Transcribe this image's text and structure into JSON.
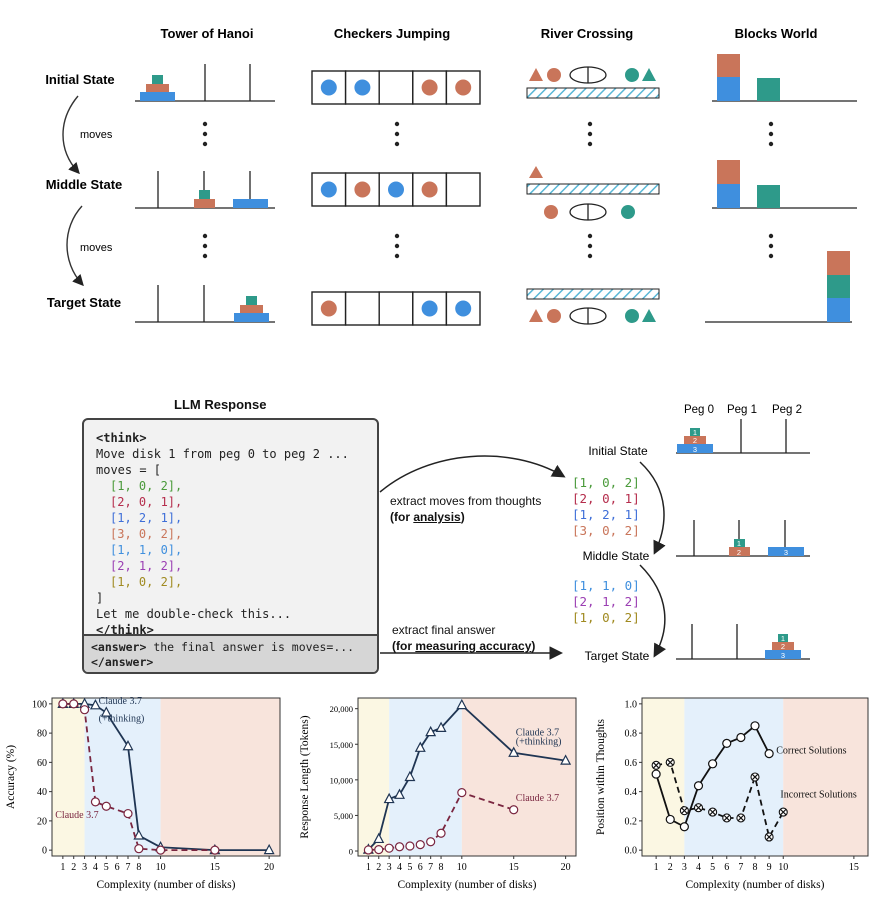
{
  "colors": {
    "blue": "#3f8fde",
    "green": "#2e9a8a",
    "orange": "#c9755a",
    "hatch": "#5ab7d6",
    "purple": "#9b3fb3",
    "red": "#b52d4c",
    "olive": "#a08a20",
    "greenText": "#4a9a3a",
    "sbYellow": "#fbf7e3",
    "sbBlue": "#e4f0fb",
    "sbPink": "#f8e4dc",
    "navy": "#1f3553",
    "maroon": "#7a2640"
  },
  "puzzles": {
    "columns": [
      "Tower of Hanoi",
      "Checkers Jumping",
      "River Crossing",
      "Blocks World"
    ],
    "rows": [
      "Initial State",
      "Middle State",
      "Target State"
    ],
    "moves_label": "moves",
    "icons": {
      "hanoi": "tower-of-hanoi-icon",
      "checkers": "checkers-board-icon",
      "river": "river-crossing-icon",
      "blocks": "blocks-world-icon"
    }
  },
  "llm": {
    "title": "LLM Response",
    "think_open": "<think>",
    "line1": "Move disk 1 from peg 0 to peg 2 ...",
    "moves_open": "moves = [",
    "moves": [
      {
        "text": "[1, 0, 2],",
        "color": "#4a9a3a"
      },
      {
        "text": "[2, 0, 1],",
        "color": "#b52d4c"
      },
      {
        "text": "[1, 2, 1],",
        "color": "#3f6fd8"
      },
      {
        "text": "[3, 0, 2],",
        "color": "#c9755a"
      },
      {
        "text": "[1, 1, 0],",
        "color": "#3f8fde"
      },
      {
        "text": "[2, 1, 2],",
        "color": "#9b3fb3"
      },
      {
        "text": "[1, 0, 2],",
        "color": "#a08a20"
      }
    ],
    "close_bracket": "]",
    "check_line": "Let me double-check this...",
    "think_close": "</think>",
    "answer_open": "<answer>",
    "answer_text": " the final answer is moves=...",
    "answer_close": "</answer>"
  },
  "extract": {
    "moves_label": "extract moves  from thoughts",
    "moves_sub_pre": "(for ",
    "moves_sub_u": "analysis",
    "moves_sub_post": ")",
    "answer_label": "extract final answer",
    "answer_sub_pre": "(for ",
    "answer_sub_u": "measuring accuracy",
    "answer_sub_post": ")"
  },
  "hanoi_right": {
    "pegs": [
      "Peg 0",
      "Peg 1",
      "Peg 2"
    ],
    "states": [
      "Initial State",
      "Middle State",
      "Target State"
    ],
    "list1": [
      {
        "t": "[1, 0, 2]",
        "c": "#4a9a3a"
      },
      {
        "t": "[2, 0, 1]",
        "c": "#b52d4c"
      },
      {
        "t": "[1, 2, 1]",
        "c": "#3f6fd8"
      },
      {
        "t": "[3, 0, 2]",
        "c": "#c9755a"
      }
    ],
    "list2": [
      {
        "t": "[1, 1, 0]",
        "c": "#3f8fde"
      },
      {
        "t": "[2, 1, 2]",
        "c": "#9b3fb3"
      },
      {
        "t": "[1, 0, 2]",
        "c": "#a08a20"
      }
    ],
    "disk_labels": [
      "1",
      "2",
      "3"
    ]
  },
  "chart_data": [
    {
      "type": "line",
      "xlabel": "Complexity (number of disks)",
      "ylabel": "Accuracy (%)",
      "xlim": [
        0,
        21
      ],
      "ylim": [
        -4,
        104
      ],
      "xticks": [
        1,
        2,
        3,
        4,
        5,
        6,
        7,
        8,
        10,
        15,
        20
      ],
      "yticks": [
        0,
        20,
        40,
        60,
        80,
        100
      ],
      "regions": [
        [
          0,
          3,
          "#fbf7e3"
        ],
        [
          3,
          10,
          "#e4f0fb"
        ],
        [
          10,
          21,
          "#f8e4dc"
        ]
      ],
      "series": [
        {
          "name": "Claude 3.7\n(+thinking)",
          "marker": "triangle",
          "dash": false,
          "color": "#1f3553",
          "x": [
            1,
            2,
            3,
            4,
            5,
            7,
            8,
            10,
            15,
            20
          ],
          "y": [
            100,
            100,
            100,
            99,
            94,
            71,
            10,
            2,
            0,
            0
          ]
        },
        {
          "name": "Claude 3.7",
          "marker": "circle",
          "dash": true,
          "color": "#7a2640",
          "x": [
            1,
            2,
            3,
            4,
            5,
            7,
            8,
            10,
            15
          ],
          "y": [
            100,
            100,
            96,
            33,
            30,
            25,
            1,
            0,
            0
          ]
        }
      ],
      "labels": [
        {
          "text": "Claude 3.7",
          "x": 4.3,
          "y": 100
        },
        {
          "text": "(+thinking)",
          "x": 4.3,
          "y": 88
        },
        {
          "text": "Claude 3.7",
          "x": 0.3,
          "y": 22
        }
      ]
    },
    {
      "type": "line",
      "xlabel": "Complexity (number of disks)",
      "ylabel": "Response Length (Tokens)",
      "xlim": [
        0,
        21
      ],
      "ylim": [
        -700,
        21500
      ],
      "xticks": [
        1,
        2,
        3,
        4,
        5,
        6,
        7,
        8,
        10,
        15,
        20
      ],
      "yticks": [
        0,
        5000,
        10000,
        15000,
        20000
      ],
      "ytick_labels": [
        "0",
        "5,000",
        "10,000",
        "15,000",
        "20,000"
      ],
      "regions": [
        [
          0,
          3,
          "#fbf7e3"
        ],
        [
          3,
          10,
          "#e4f0fb"
        ],
        [
          10,
          21,
          "#f8e4dc"
        ]
      ],
      "series": [
        {
          "name": "Claude 3.7\n(+thinking)",
          "marker": "triangle",
          "dash": false,
          "color": "#1f3553",
          "x": [
            1,
            2,
            3,
            4,
            5,
            6,
            7,
            8,
            10,
            15,
            20
          ],
          "y": [
            200,
            1700,
            7300,
            7900,
            10400,
            14500,
            16700,
            17300,
            20500,
            13800,
            12700
          ]
        },
        {
          "name": "Claude 3.7",
          "marker": "circle",
          "dash": true,
          "color": "#7a2640",
          "x": [
            1,
            2,
            3,
            4,
            5,
            6,
            7,
            8,
            10,
            15
          ],
          "y": [
            150,
            200,
            400,
            600,
            700,
            900,
            1300,
            2500,
            8200,
            5800
          ]
        }
      ],
      "labels": [
        {
          "text": "Claude 3.7",
          "x": 15.2,
          "y": 16200
        },
        {
          "text": "(+thinking)",
          "x": 15.2,
          "y": 15000
        },
        {
          "text": "Claude 3.7",
          "x": 15.2,
          "y": 7000
        }
      ]
    },
    {
      "type": "line",
      "xlabel": "Complexity (number of disks)",
      "ylabel": "Position within Thoughts",
      "xlim": [
        0,
        16
      ],
      "ylim": [
        -0.04,
        1.04
      ],
      "xticks": [
        1,
        2,
        3,
        4,
        5,
        6,
        7,
        8,
        9,
        10,
        15
      ],
      "yticks": [
        0,
        0.2,
        0.4,
        0.6,
        0.8,
        1.0
      ],
      "ytick_labels": [
        "0.0",
        "0.2",
        "0.4",
        "0.6",
        "0.8",
        "1.0"
      ],
      "regions": [
        [
          0,
          3,
          "#fbf7e3"
        ],
        [
          3,
          10,
          "#e4f0fb"
        ],
        [
          10,
          16,
          "#f8e4dc"
        ]
      ],
      "series": [
        {
          "name": "Correct Solutions",
          "marker": "circle",
          "dash": false,
          "color": "#111111",
          "x": [
            1,
            2,
            3,
            4,
            5,
            6,
            7,
            8,
            9
          ],
          "y": [
            0.52,
            0.21,
            0.16,
            0.44,
            0.59,
            0.73,
            0.77,
            0.85,
            0.66
          ]
        },
        {
          "name": "Incorrect Solutions",
          "marker": "cross",
          "dash": true,
          "color": "#111111",
          "x": [
            1,
            2,
            3,
            4,
            5,
            6,
            7,
            8,
            9,
            10
          ],
          "y": [
            0.58,
            0.6,
            0.27,
            0.29,
            0.26,
            0.22,
            0.22,
            0.5,
            0.09,
            0.26
          ]
        }
      ],
      "labels": [
        {
          "text": "Correct Solutions",
          "x": 9.5,
          "y": 0.66
        },
        {
          "text": "Incorrect Solutions",
          "x": 9.8,
          "y": 0.36
        }
      ]
    }
  ]
}
